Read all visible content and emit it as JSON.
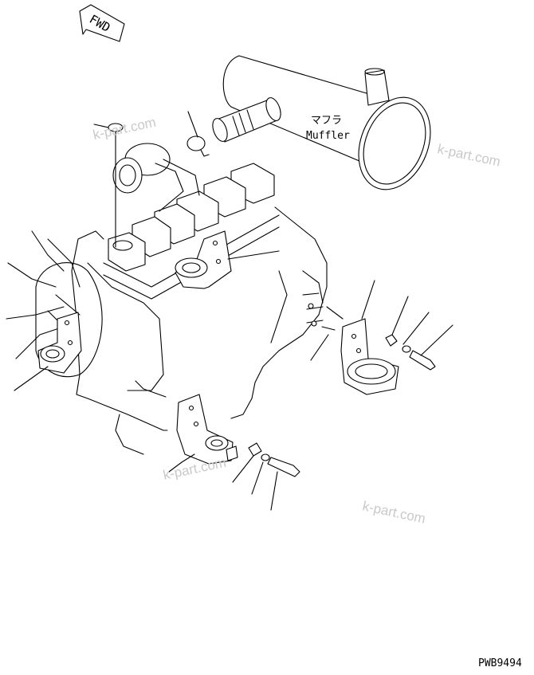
{
  "direction_arrow": {
    "label": "FWD"
  },
  "muffler": {
    "label_jp": "マフラ",
    "label_en": "Muffler"
  },
  "drawing_code": "PWB9494",
  "watermarks": [
    "k-part.com",
    "k-part.com",
    "k-part.com",
    "k-part.com"
  ]
}
